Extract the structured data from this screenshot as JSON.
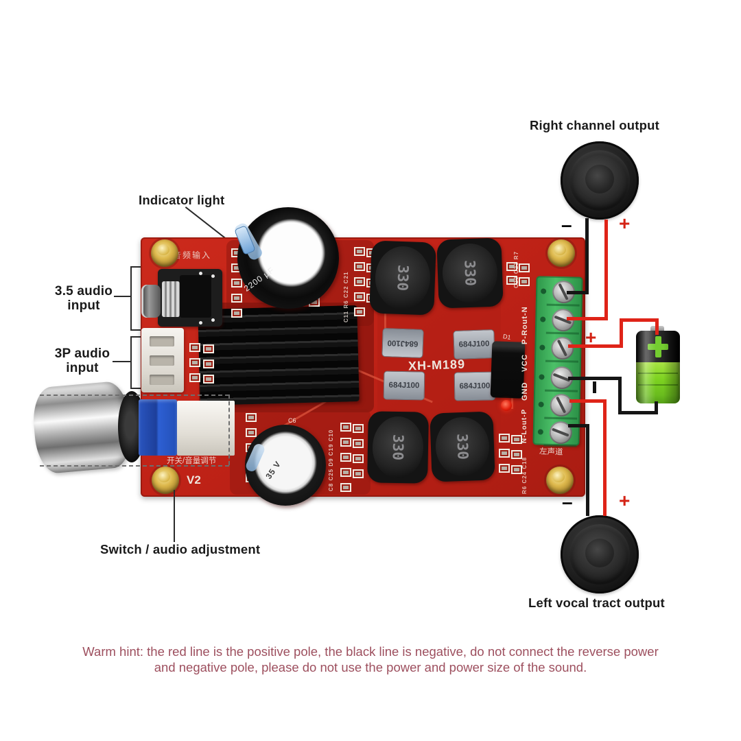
{
  "annotations": {
    "right_channel_output": "Right channel output",
    "left_channel_output": "Left vocal tract output",
    "indicator_light": "Indicator light",
    "audio35_line1": "3.5 audio",
    "audio35_line2": "input",
    "audio3p_line1": "3P audio",
    "audio3p_line2": "input",
    "switch_audio": "Switch / audio adjustment",
    "minus": "–",
    "plus": "+"
  },
  "hint": {
    "line1": "Warm hint: the red line is the positive pole, the black line is negative, do not connect the reverse power",
    "line2": "and negative pole, please do not use the power and power size of the sound."
  },
  "board": {
    "model": "XH-M189",
    "version": "V2",
    "inductor_marking": "330",
    "film_cap_marking": "684J100",
    "top_cap_marking": "2200 µF",
    "bottom_cap_marking": "35 V",
    "silkscreen": {
      "audio_input_cn": "音频输入",
      "switch_volume_cn": "开关/音量调节",
      "left_channel_cn": "左声道",
      "label_p_rout_n": "P-Rout-N",
      "label_vcc": "VCC",
      "label_gnd": "GND",
      "label_n_lout_p": "N-Lout-P",
      "label_d1": "D1",
      "label_c6": "C6",
      "refs_top_right": "C20 C23 R7",
      "refs_mid_left": "C11 R6 C22 C21",
      "refs_bottom_mid": "C8 C25 D9 C19 C10",
      "refs_bottom_right": "R6 C24 C18"
    }
  },
  "colors": {
    "pcb_red": "#c32217",
    "wire_red": "#df2418",
    "wire_black": "#151515",
    "terminal_green": "#3aa552",
    "battery_green": "#7ed321",
    "hint_text": "#9d4f5e",
    "label_text": "#1a1a1a"
  }
}
